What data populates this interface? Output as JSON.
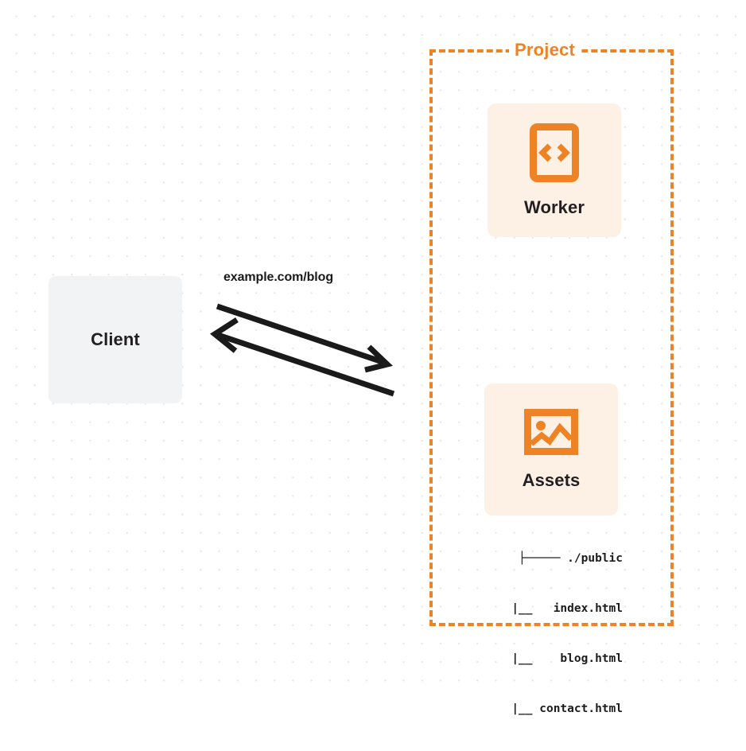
{
  "diagram": {
    "title": "Client to Project Worker and Assets request flow",
    "colors": {
      "accent_orange": "#ee8326",
      "card_bg": "#fdf1e5",
      "client_bg": "#f2f3f5",
      "text_dark": "#231f20",
      "canvas_bg": "#ffffff",
      "dot_grid": "#e9e9ea",
      "arrow": "#1a1a1a"
    },
    "client": {
      "label": "Client"
    },
    "edge": {
      "label": "example.com/blog",
      "request_direction": "client-to-project",
      "response_direction": "project-to-client"
    },
    "project": {
      "label": "Project",
      "border_style": "dashed",
      "nodes": [
        {
          "id": "worker",
          "label": "Worker",
          "icon": "code-brackets-icon"
        },
        {
          "id": "assets",
          "label": "Assets",
          "icon": "image-picture-icon"
        }
      ]
    },
    "file_tree": {
      "rows": [
        {
          "prefix": "├─────",
          "name": "./public"
        },
        {
          "prefix": "   |__",
          "name": "index.html"
        },
        {
          "prefix": "   |__",
          "name": "blog.html"
        },
        {
          "prefix": "   |__",
          "name": "contact.html"
        }
      ],
      "lines": [
        "├───── ./public",
        "   |__   index.html",
        "   |__    blog.html",
        "   |__ contact.html"
      ]
    }
  }
}
